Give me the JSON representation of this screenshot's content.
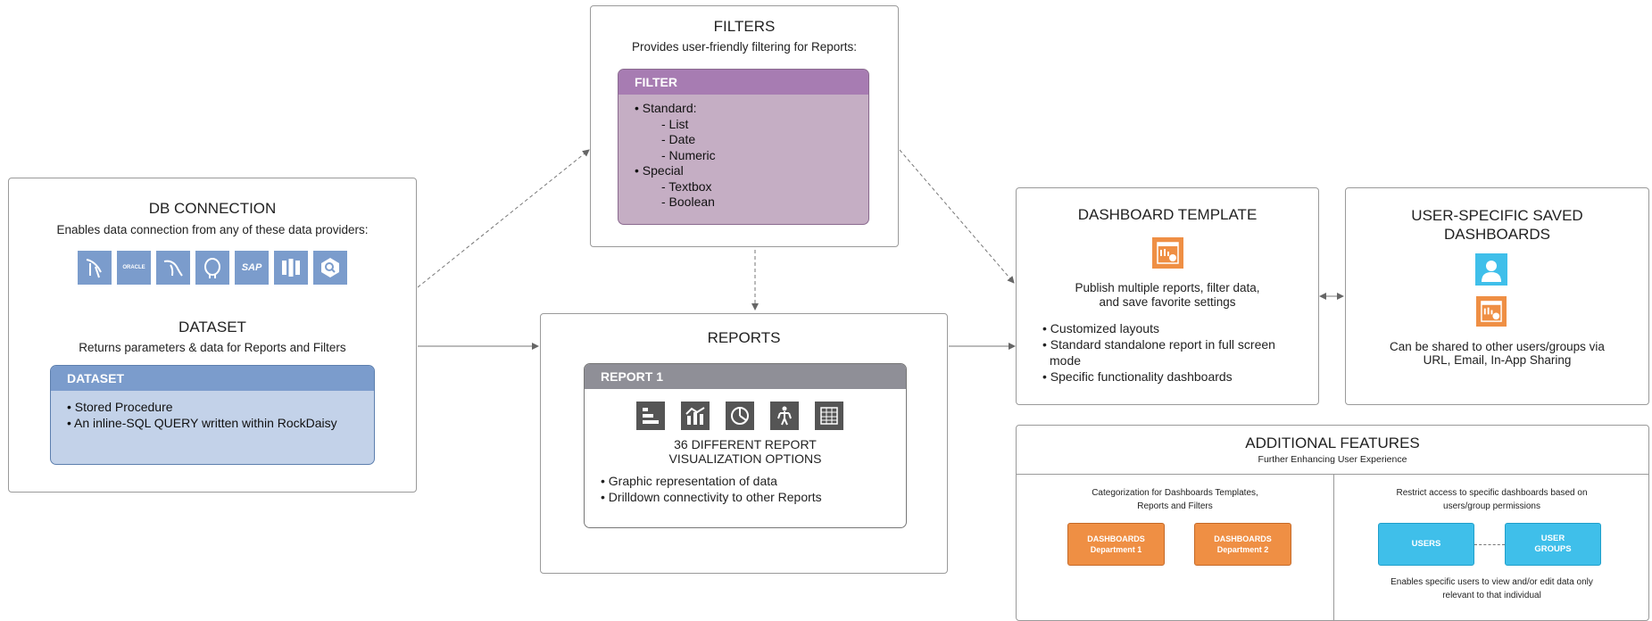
{
  "filters": {
    "title": "FILTERS",
    "subtitle": "Provides user-friendly filtering for Reports:",
    "card": {
      "header": "FILTER",
      "lines": [
        "• Standard:",
        "- List",
        "- Date",
        "- Numeric",
        "• Special",
        "- Textbox",
        "- Boolean"
      ]
    }
  },
  "db_connection": {
    "title": "DB CONNECTION",
    "subtitle": "Enables data connection from any of these data providers:",
    "logos": [
      "ORACLE",
      "SAP"
    ]
  },
  "dataset": {
    "title": "DATASET",
    "subtitle": "Returns parameters & data for Reports and Filters",
    "card": {
      "header": "DATASET",
      "lines": [
        "• Stored Procedure",
        "• An inline-SQL QUERY written within RockDaisy"
      ]
    }
  },
  "reports": {
    "title": "REPORTS",
    "card": {
      "header": "REPORT 1",
      "options_line1": "36 DIFFERENT REPORT",
      "options_line2": "VISUALIZATION OPTIONS",
      "lines": [
        "• Graphic representation of data",
        "• Drilldown connectivity to other Reports"
      ]
    }
  },
  "dashboard_template": {
    "title": "DASHBOARD TEMPLATE",
    "desc_line1": "Publish multiple reports, filter data,",
    "desc_line2": "and save favorite settings",
    "bullets": [
      "• Customized layouts",
      "• Standard standalone report in full screen",
      "mode",
      "• Specific functionality dashboards"
    ]
  },
  "user_saved": {
    "title_line1": "USER-SPECIFIC SAVED",
    "title_line2": "DASHBOARDS",
    "desc_line1": "Can be shared to other users/groups via",
    "desc_line2": "URL, Email, In-App Sharing"
  },
  "additional": {
    "title": "ADDITIONAL FEATURES",
    "subtitle": "Further Enhancing User Experience",
    "left": {
      "desc_line1": "Categorization for Dashboards Templates,",
      "desc_line2": "Reports and Filters",
      "box1_line1": "DASHBOARDS",
      "box1_line2": "Department 1",
      "box2_line1": "DASHBOARDS",
      "box2_line2": "Department 2"
    },
    "right": {
      "desc_line1": "Restrict access to specific dashboards based on",
      "desc_line2": "users/group permissions",
      "users": "USERS",
      "groups_line1": "USER",
      "groups_line2": "GROUPS",
      "foot_line1": "Enables specific users to view and/or edit data only",
      "foot_line2": "relevant to that individual"
    }
  },
  "colors": {
    "filter_header": "#a77cb2",
    "filter_body": "#c5aec4",
    "dataset_header": "#7b9ccc",
    "dataset_body": "#c3d2e9",
    "report_header": "#8f8f97",
    "orange": "#ef8f44",
    "blue": "#3fbfea"
  }
}
